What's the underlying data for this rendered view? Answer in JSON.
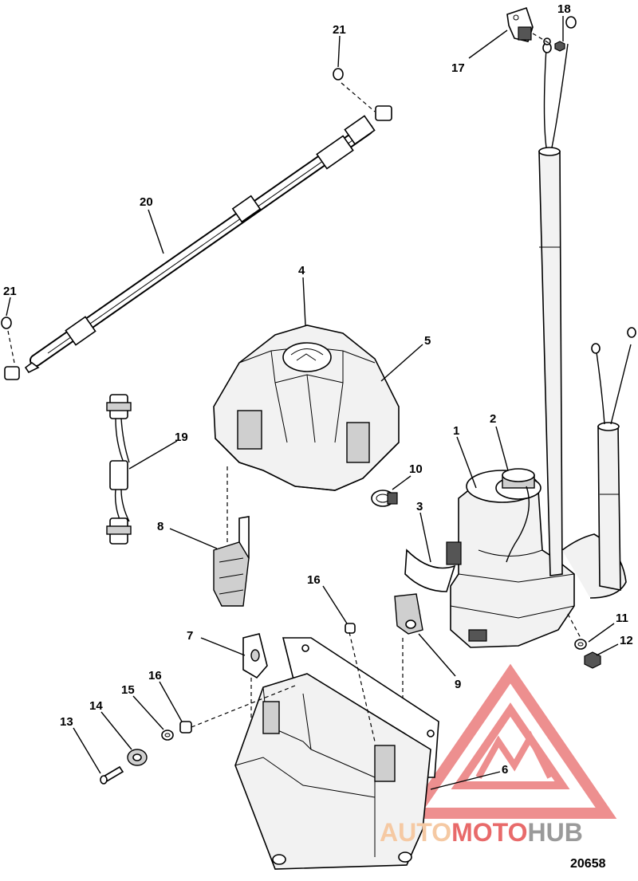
{
  "callouts": [
    {
      "id": "1",
      "label": "1"
    },
    {
      "id": "2",
      "label": "2"
    },
    {
      "id": "3",
      "label": "3"
    },
    {
      "id": "4",
      "label": "4"
    },
    {
      "id": "5",
      "label": "5"
    },
    {
      "id": "6",
      "label": "6"
    },
    {
      "id": "7",
      "label": "7"
    },
    {
      "id": "8",
      "label": "8"
    },
    {
      "id": "9",
      "label": "9"
    },
    {
      "id": "10",
      "label": "10"
    },
    {
      "id": "11",
      "label": "11"
    },
    {
      "id": "12",
      "label": "12"
    },
    {
      "id": "13",
      "label": "13"
    },
    {
      "id": "14",
      "label": "14"
    },
    {
      "id": "15",
      "label": "15"
    },
    {
      "id": "16a",
      "label": "16"
    },
    {
      "id": "16b",
      "label": "16"
    },
    {
      "id": "17",
      "label": "17"
    },
    {
      "id": "18",
      "label": "18"
    },
    {
      "id": "19",
      "label": "19"
    },
    {
      "id": "20",
      "label": "20"
    },
    {
      "id": "21a",
      "label": "21"
    },
    {
      "id": "21b",
      "label": "21"
    }
  ],
  "figure_number": "20658",
  "watermark": {
    "part1": "AUTO",
    "part2": "MOTO",
    "part3": "HUB",
    "color_auto": "#f5c9a3",
    "color_moto": "#e86a6a",
    "color_hub": "#9a9a9a",
    "logo_color": "#e86a6a"
  }
}
